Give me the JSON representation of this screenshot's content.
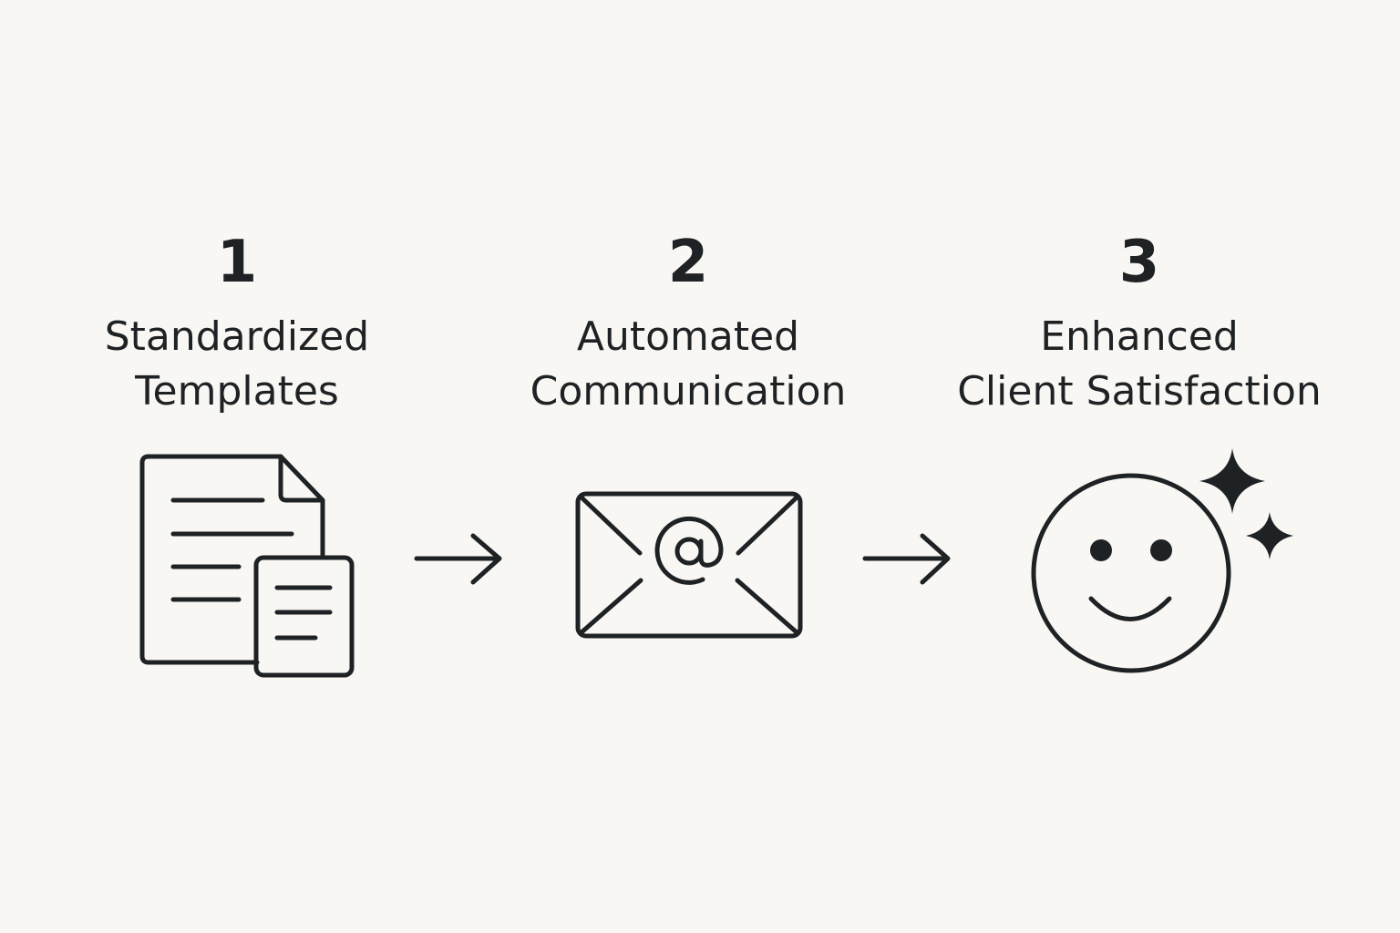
{
  "steps": [
    {
      "number": "1",
      "label": "Standardized\nTemplates",
      "icon": "documents-icon"
    },
    {
      "number": "2",
      "label": "Automated\nCommunication",
      "icon": "email-at-icon"
    },
    {
      "number": "3",
      "label": "Enhanced\nClient Satisfaction",
      "icon": "smiley-sparkles-icon"
    }
  ],
  "arrows": [
    "arrow-right-icon",
    "arrow-right-icon"
  ],
  "colors": {
    "background": "#f8f7f3",
    "ink": "#1f2224"
  }
}
